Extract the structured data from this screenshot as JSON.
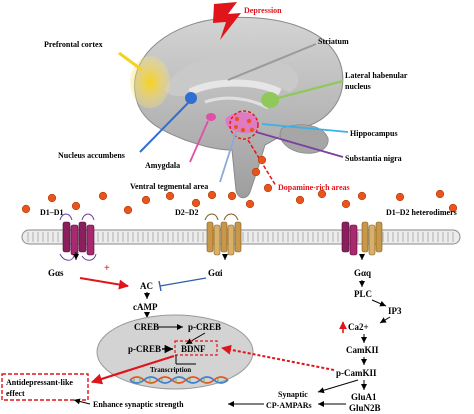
{
  "brain": {
    "depression": "Depression",
    "prefrontal_cortex": "Prefrontal cortex",
    "striatum": "Striatum",
    "lateral_habenular_1": "Lateral habenular",
    "lateral_habenular_2": "nucleus",
    "nucleus_accumbens": "Nucleus accumbens",
    "hippocampus": "Hippocampus",
    "amygdala": "Amygdala",
    "substantia_nigra": "Substantia nigra",
    "ventral_tegmental_area": "Ventral tegmental area",
    "dopamine_rich_areas": "Dopamine-rich areas"
  },
  "receptors": {
    "d1_d1": "D1–D1",
    "d2_d2": "D2–D2",
    "d1_d2": "D1–D2 heterodimers"
  },
  "pathway": {
    "gas": "Gαs",
    "gai": "Gαi",
    "gaq": "Gαq",
    "plus": "+",
    "ac": "AC",
    "camp": "cAMP",
    "creb": "CREB",
    "p_creb_right": "p-CREB",
    "p_creb_left": "p-CREB",
    "bdnf": "BDNF",
    "transcription": "Transcription",
    "plc": "PLC",
    "ip3": "IP3",
    "ca2": "Ca2+",
    "camkii": "CamKII",
    "p_camkii": "p-CamKII",
    "glua1": "GluA1",
    "glun2b": "GluN2B",
    "synaptic": "Synaptic",
    "cp_ampars": "CP-AMPARs",
    "enhance": "Enhance synaptic strength",
    "antidep_1": "Antidepressant-like",
    "antidep_2": "effect"
  },
  "colors": {
    "red": "#e0151b",
    "d1_receptor": "#8a1f5e",
    "d2_receptor": "#c9974a",
    "membrane": "#9a9a9a",
    "dopamine": "#e8551c",
    "brain": "#bdbdbd",
    "pfc": "#f5d21f",
    "habenula": "#8fc95a",
    "nucleus_fill": "#d3d3d3"
  }
}
